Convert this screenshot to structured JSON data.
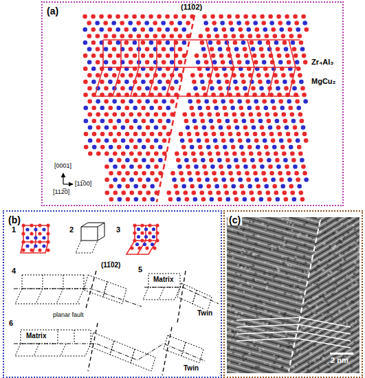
{
  "diagram": {
    "nodes": [
      {
        "text": [
          "(a)"
        ]
      },
      {
        "text": [
          "(b)"
        ]
      },
      {
        "text": [
          "(c)"
        ]
      }
    ],
    "labels": [
      "(11̅02)",
      "Zr₄Al₃",
      "MgCu₂",
      "[0001]",
      "[11̅00]",
      "[112̅0]",
      "1",
      "2",
      "3",
      "4",
      "(11̅02)",
      "planar fault",
      "5",
      "Matrix",
      "Twin",
      "6",
      "Matrix",
      "Twin",
      "2 nm"
    ]
  }
}
